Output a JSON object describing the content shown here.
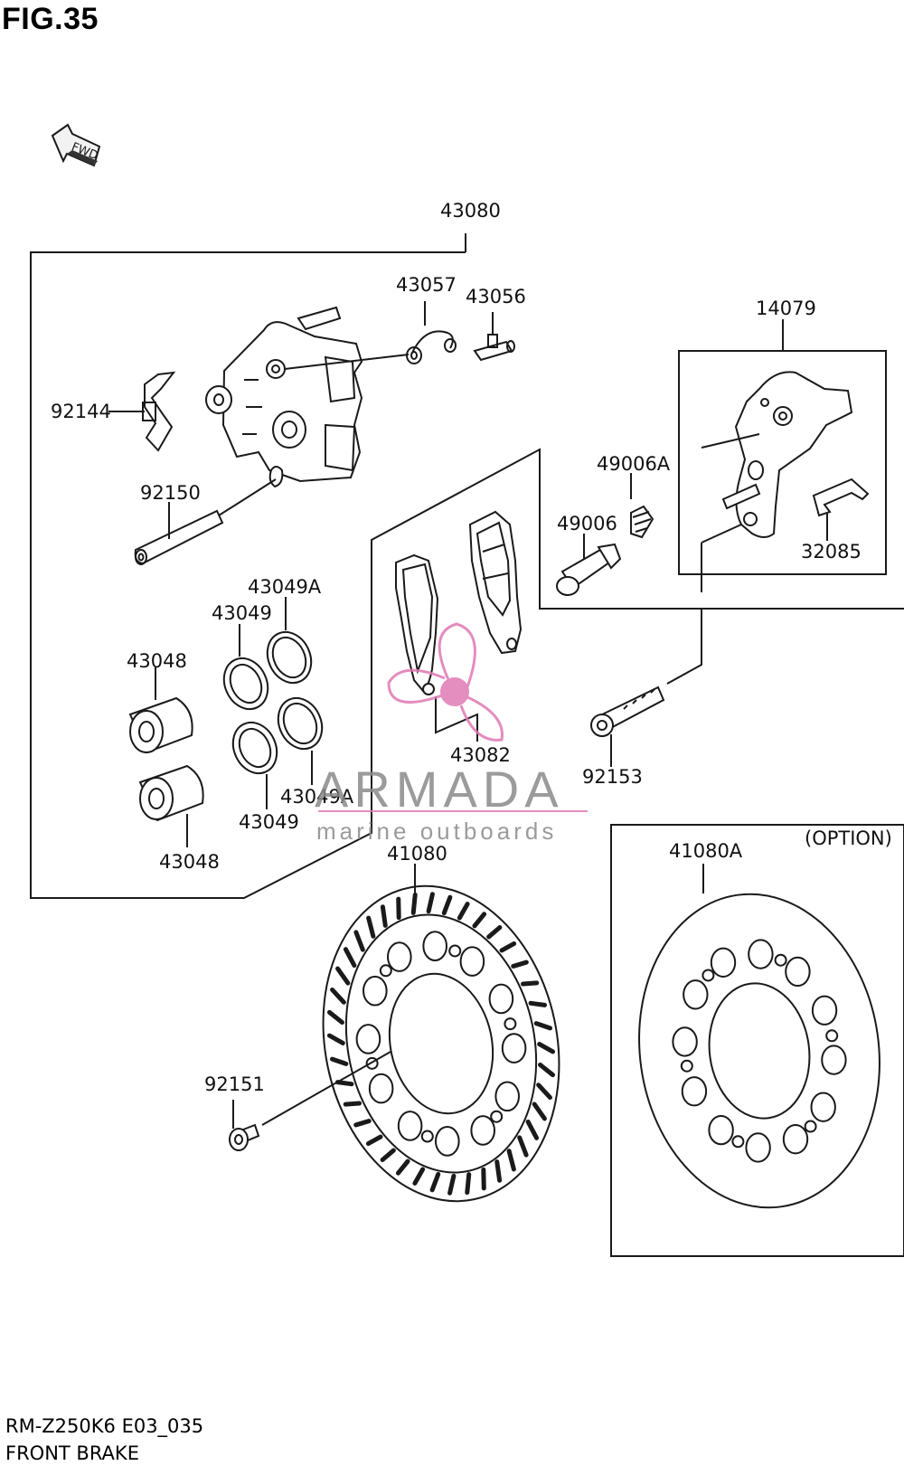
{
  "figure": {
    "title": "FIG.35"
  },
  "direction_tag": "FWD",
  "callouts": {
    "c43080": "43080",
    "c43057": "43057",
    "c43056": "43056",
    "c14079": "14079",
    "c92144": "92144",
    "c49006A": "49006A",
    "c49006": "49006",
    "c92150": "92150",
    "c32085": "32085",
    "c43049A_top": "43049A",
    "c43049_top": "43049",
    "c43048_top": "43048",
    "c43082": "43082",
    "c92153": "92153",
    "c43049A_bottom": "43049A",
    "c43049_bottom": "43049",
    "c43048_bottom": "43048",
    "c41080": "41080",
    "c41080A": "41080A",
    "c92151": "92151",
    "option": "(OPTION)"
  },
  "watermark": {
    "brand": "ARMADA",
    "tagline": "marine outboards"
  },
  "footer": {
    "code": "RM-Z250K6 E03_035",
    "name": "FRONT BRAKE"
  },
  "colors": {
    "line": "#1a1a1a",
    "watermark_pink": "#e07ab4",
    "watermark_gray": "#8a8a8a"
  }
}
